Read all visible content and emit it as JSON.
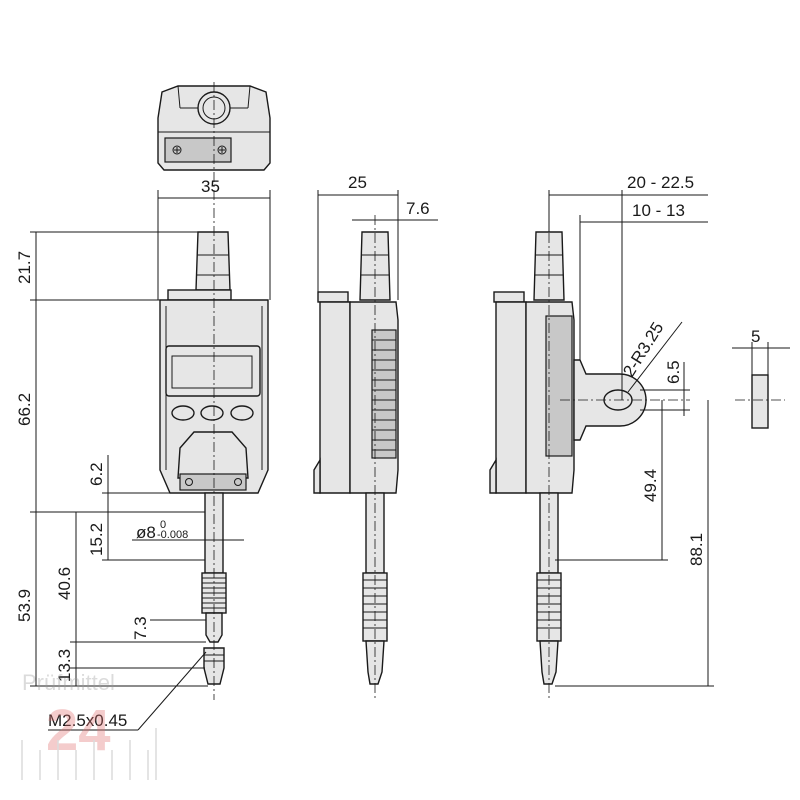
{
  "dimensions": {
    "width_35": "35",
    "depth_25": "25",
    "offset_7_6": "7.6",
    "range_20_22_5": "20 - 22.5",
    "range_10_13": "10 - 13",
    "radius_2_r3_25": "2-R3.25",
    "h_21_7": "21.7",
    "h_66_2": "66.2",
    "h_6_2": "6.2",
    "h_15_2": "15.2",
    "stem_dia": "ø8",
    "stem_tol": "-0.008",
    "stem_tol_upper": "0",
    "h_53_9": "53.9",
    "h_40_6": "40.6",
    "h_7_3": "7.3",
    "h_13_3": "13.3",
    "thread": "M2.5x0.45",
    "h_6_5": "6.5",
    "h_49_4": "49.4",
    "h_88_1": "88.1",
    "w_5": "5"
  },
  "watermark": {
    "text": "Prüfmittel",
    "number": "24"
  }
}
